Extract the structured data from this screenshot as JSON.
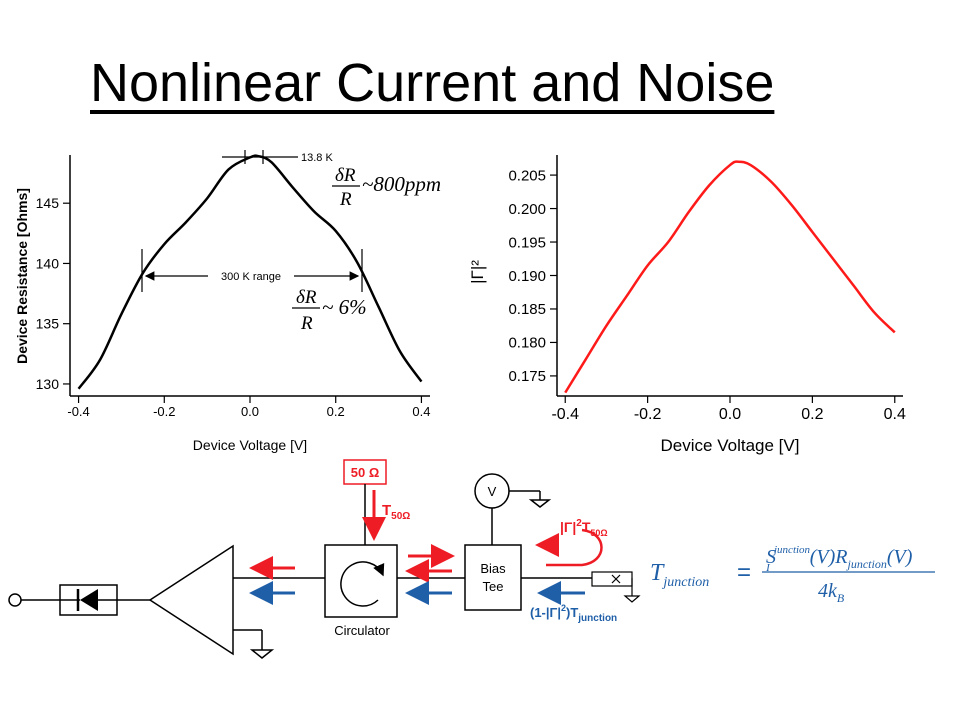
{
  "slide": {
    "title": "Nonlinear Current and Noise"
  },
  "chart_data": [
    {
      "type": "line",
      "xlabel": "Device Voltage [V]",
      "ylabel": "Device Resistance [Ohms]",
      "xlim": [
        -0.42,
        0.42
      ],
      "ylim": [
        129,
        149
      ],
      "xticks": [
        "-0.4",
        "-0.2",
        "0.0",
        "0.2",
        "0.4"
      ],
      "yticks": [
        "130",
        "135",
        "140",
        "145"
      ],
      "series": [
        {
          "x": [
            -0.4,
            -0.35,
            -0.3,
            -0.25,
            -0.2,
            -0.15,
            -0.1,
            -0.05,
            0.0,
            0.02,
            0.05,
            0.1,
            0.15,
            0.2,
            0.25,
            0.3,
            0.35,
            0.4
          ],
          "y": [
            129.6,
            132.0,
            135.8,
            139.2,
            141.6,
            143.4,
            145.4,
            147.8,
            148.8,
            148.9,
            148.4,
            146.3,
            144.3,
            142.7,
            140.1,
            136.4,
            132.7,
            130.2
          ],
          "color": "#000000"
        }
      ],
      "annotations": {
        "top_label": "13.8 K",
        "range_label": "300 K range",
        "top_ratio": "~800ppm",
        "range_ratio": "~ 6%"
      }
    },
    {
      "type": "line",
      "xlabel": "Device Voltage [V]",
      "ylabel": "|Γ|²",
      "xlim": [
        -0.42,
        0.42
      ],
      "ylim": [
        0.172,
        0.208
      ],
      "xticks": [
        "-0.4",
        "-0.2",
        "0.0",
        "0.2",
        "0.4"
      ],
      "yticks": [
        "0.175",
        "0.180",
        "0.185",
        "0.190",
        "0.195",
        "0.200",
        "0.205"
      ],
      "series": [
        {
          "x": [
            -0.4,
            -0.35,
            -0.3,
            -0.25,
            -0.2,
            -0.15,
            -0.1,
            -0.05,
            0.0,
            0.02,
            0.05,
            0.1,
            0.15,
            0.2,
            0.25,
            0.3,
            0.35,
            0.4
          ],
          "y": [
            0.1725,
            0.1775,
            0.1825,
            0.187,
            0.1915,
            0.195,
            0.1995,
            0.2035,
            0.2065,
            0.207,
            0.2065,
            0.204,
            0.2005,
            0.1965,
            0.1925,
            0.1885,
            0.1845,
            0.1815
          ],
          "color": "#ff1a1a"
        }
      ]
    }
  ],
  "circuit": {
    "r50_label": "50 Ω",
    "t50_label": "T",
    "t50_sub": "50Ω",
    "voltmeter_label": "V",
    "circulator_label": "Circulator",
    "biastee_line1": "Bias",
    "biastee_line2": "Tee",
    "reflected_label": "|Γ|",
    "reflected_sup": "2",
    "reflected_t": "T",
    "reflected_sub": "50Ω",
    "junction_label": "(1-|Γ|",
    "junction_sup": "2",
    "junction_mid": ")T",
    "junction_sub": "junction",
    "colors": {
      "red": "#ee1c25",
      "blue": "#1f5fa8"
    }
  },
  "equation": {
    "lhs": "T",
    "lhs_sub": "junction",
    "equals": "=",
    "num_s": "S",
    "num_s_sub": "I",
    "num_s_sup": "junction",
    "num_v1": "(V)",
    "num_r": "R",
    "num_r_sub": "junction",
    "num_v2": "(V)",
    "den": "4k",
    "den_sub": "B"
  }
}
